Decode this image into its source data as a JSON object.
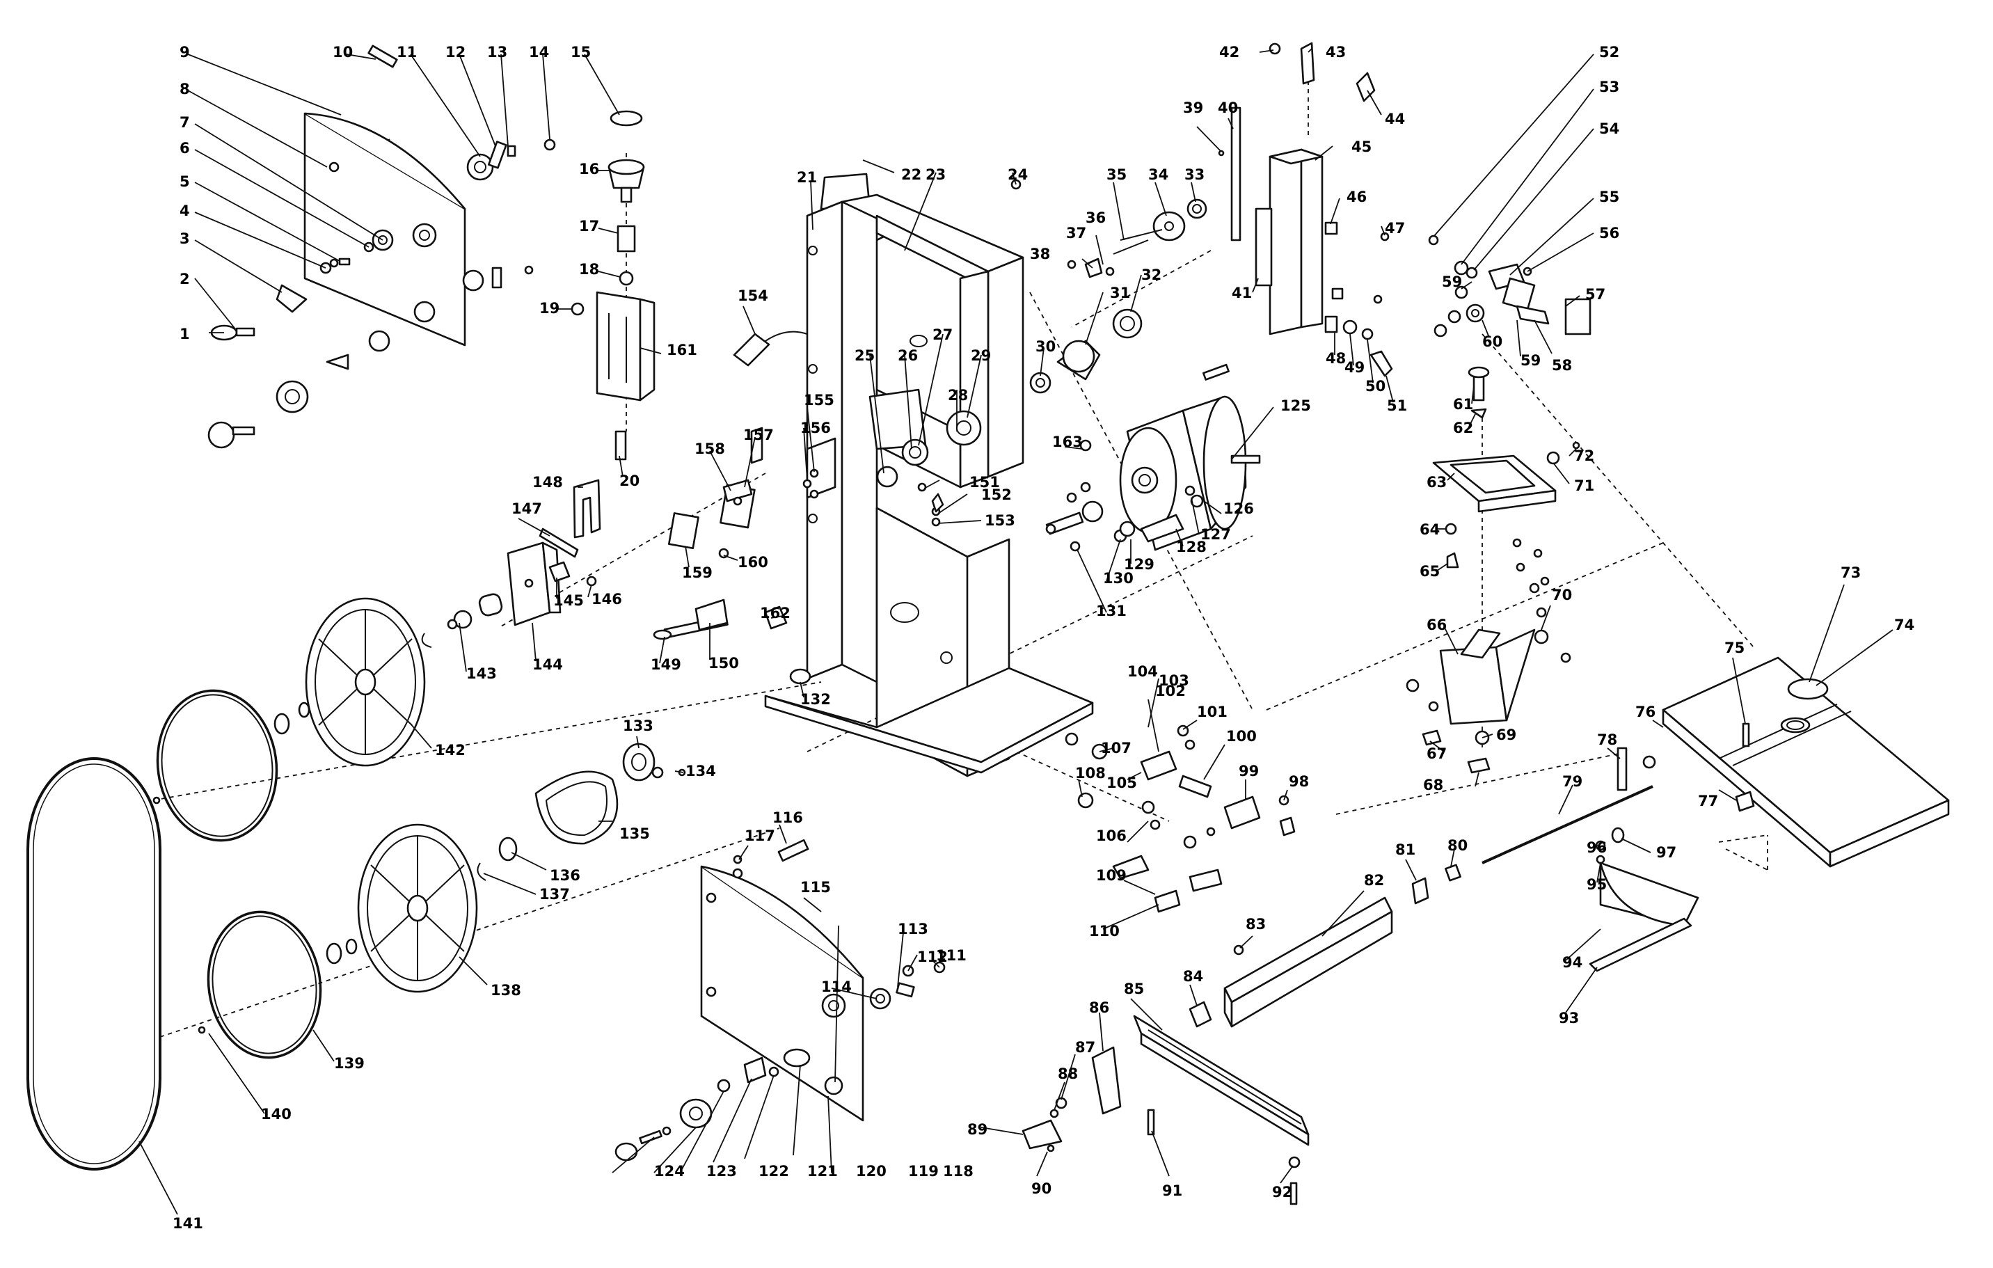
{
  "callouts": [
    {
      "id": "c1",
      "text": "1"
    },
    {
      "id": "c2",
      "text": "2"
    },
    {
      "id": "c3",
      "text": "3"
    },
    {
      "id": "c4",
      "text": "4"
    },
    {
      "id": "c5",
      "text": "5"
    },
    {
      "id": "c6",
      "text": "6"
    },
    {
      "id": "c7",
      "text": "7"
    },
    {
      "id": "c8",
      "text": "8"
    },
    {
      "id": "c9",
      "text": "9"
    },
    {
      "id": "c10",
      "text": "10"
    },
    {
      "id": "c11",
      "text": "11"
    },
    {
      "id": "c12",
      "text": "12"
    },
    {
      "id": "c13",
      "text": "13"
    },
    {
      "id": "c14",
      "text": "14"
    },
    {
      "id": "c15",
      "text": "15"
    },
    {
      "id": "c16",
      "text": "16"
    },
    {
      "id": "c17",
      "text": "17"
    },
    {
      "id": "c18",
      "text": "18"
    },
    {
      "id": "c19",
      "text": "19"
    },
    {
      "id": "c20",
      "text": "20"
    },
    {
      "id": "c21",
      "text": "21"
    },
    {
      "id": "c22",
      "text": "22"
    },
    {
      "id": "c23",
      "text": "23"
    },
    {
      "id": "c24",
      "text": "24"
    },
    {
      "id": "c25",
      "text": "25"
    },
    {
      "id": "c26",
      "text": "26"
    },
    {
      "id": "c27",
      "text": "27"
    },
    {
      "id": "c28",
      "text": "28"
    },
    {
      "id": "c29",
      "text": "29"
    },
    {
      "id": "c30",
      "text": "30"
    },
    {
      "id": "c31",
      "text": "31"
    },
    {
      "id": "c32",
      "text": "32"
    },
    {
      "id": "c33",
      "text": "33"
    },
    {
      "id": "c34",
      "text": "34"
    },
    {
      "id": "c35",
      "text": "35"
    },
    {
      "id": "c36",
      "text": "36"
    },
    {
      "id": "c37",
      "text": "37"
    },
    {
      "id": "c38",
      "text": "38"
    },
    {
      "id": "c39",
      "text": "39"
    },
    {
      "id": "c40",
      "text": "40"
    },
    {
      "id": "c41",
      "text": "41"
    },
    {
      "id": "c42",
      "text": "42"
    },
    {
      "id": "c43",
      "text": "43"
    },
    {
      "id": "c44",
      "text": "44"
    },
    {
      "id": "c45",
      "text": "45"
    },
    {
      "id": "c46",
      "text": "46"
    },
    {
      "id": "c47",
      "text": "47"
    },
    {
      "id": "c48",
      "text": "48"
    },
    {
      "id": "c49",
      "text": "49"
    },
    {
      "id": "c50",
      "text": "50"
    },
    {
      "id": "c51",
      "text": "51"
    },
    {
      "id": "c52",
      "text": "52"
    },
    {
      "id": "c53",
      "text": "53"
    },
    {
      "id": "c54",
      "text": "54"
    },
    {
      "id": "c55",
      "text": "55"
    },
    {
      "id": "c56",
      "text": "56"
    },
    {
      "id": "c57",
      "text": "57"
    },
    {
      "id": "c58",
      "text": "58"
    },
    {
      "id": "c59",
      "text": "59"
    },
    {
      "id": "c59b",
      "text": "59"
    },
    {
      "id": "c60",
      "text": "60"
    },
    {
      "id": "c61",
      "text": "61"
    },
    {
      "id": "c62",
      "text": "62"
    },
    {
      "id": "c63",
      "text": "63"
    },
    {
      "id": "c64",
      "text": "64"
    },
    {
      "id": "c65",
      "text": "65"
    },
    {
      "id": "c66",
      "text": "66"
    },
    {
      "id": "c67",
      "text": "67"
    },
    {
      "id": "c68",
      "text": "68"
    },
    {
      "id": "c69",
      "text": "69"
    },
    {
      "id": "c70",
      "text": "70"
    },
    {
      "id": "c71",
      "text": "71"
    },
    {
      "id": "c72",
      "text": "72"
    },
    {
      "id": "c73",
      "text": "73"
    },
    {
      "id": "c74",
      "text": "74"
    },
    {
      "id": "c75",
      "text": "75"
    },
    {
      "id": "c76",
      "text": "76"
    },
    {
      "id": "c77",
      "text": "77"
    },
    {
      "id": "c78",
      "text": "78"
    },
    {
      "id": "c79",
      "text": "79"
    },
    {
      "id": "c80",
      "text": "80"
    },
    {
      "id": "c81",
      "text": "81"
    },
    {
      "id": "c82",
      "text": "82"
    },
    {
      "id": "c83",
      "text": "83"
    },
    {
      "id": "c84",
      "text": "84"
    },
    {
      "id": "c85",
      "text": "85"
    },
    {
      "id": "c86",
      "text": "86"
    },
    {
      "id": "c87",
      "text": "87"
    },
    {
      "id": "c88",
      "text": "88"
    },
    {
      "id": "c89",
      "text": "89"
    },
    {
      "id": "c90",
      "text": "90"
    },
    {
      "id": "c91",
      "text": "91"
    },
    {
      "id": "c92",
      "text": "92"
    },
    {
      "id": "c93",
      "text": "93"
    },
    {
      "id": "c94",
      "text": "94"
    },
    {
      "id": "c95",
      "text": "95"
    },
    {
      "id": "c96",
      "text": "96"
    },
    {
      "id": "c97",
      "text": "97"
    },
    {
      "id": "c98",
      "text": "98"
    },
    {
      "id": "c99",
      "text": "99"
    },
    {
      "id": "c100",
      "text": "100"
    },
    {
      "id": "c101",
      "text": "101"
    },
    {
      "id": "c102",
      "text": "102"
    },
    {
      "id": "c103",
      "text": "103"
    },
    {
      "id": "c104",
      "text": "104"
    },
    {
      "id": "c105",
      "text": "105"
    },
    {
      "id": "c106",
      "text": "106"
    },
    {
      "id": "c107",
      "text": "107"
    },
    {
      "id": "c108",
      "text": "108"
    },
    {
      "id": "c109",
      "text": "109"
    },
    {
      "id": "c110",
      "text": "110"
    },
    {
      "id": "c111",
      "text": "111"
    },
    {
      "id": "c112",
      "text": "112"
    },
    {
      "id": "c113",
      "text": "113"
    },
    {
      "id": "c114",
      "text": "114"
    },
    {
      "id": "c115",
      "text": "115"
    },
    {
      "id": "c116",
      "text": "116"
    },
    {
      "id": "c117",
      "text": "117"
    },
    {
      "id": "c118",
      "text": "118"
    },
    {
      "id": "c119",
      "text": "119"
    },
    {
      "id": "c120",
      "text": "120"
    },
    {
      "id": "c121",
      "text": "121"
    },
    {
      "id": "c122",
      "text": "122"
    },
    {
      "id": "c123",
      "text": "123"
    },
    {
      "id": "c124",
      "text": "124"
    },
    {
      "id": "c125",
      "text": "125"
    },
    {
      "id": "c126",
      "text": "126"
    },
    {
      "id": "c127",
      "text": "127"
    },
    {
      "id": "c128",
      "text": "128"
    },
    {
      "id": "c129",
      "text": "129"
    },
    {
      "id": "c130",
      "text": "130"
    },
    {
      "id": "c131",
      "text": "131"
    },
    {
      "id": "c132",
      "text": "132"
    },
    {
      "id": "c133",
      "text": "133"
    },
    {
      "id": "c134",
      "text": "134"
    },
    {
      "id": "c135",
      "text": "135"
    },
    {
      "id": "c136",
      "text": "136"
    },
    {
      "id": "c137",
      "text": "137"
    },
    {
      "id": "c138",
      "text": "138"
    },
    {
      "id": "c139",
      "text": "139"
    },
    {
      "id": "c140",
      "text": "140"
    },
    {
      "id": "c141",
      "text": "141"
    },
    {
      "id": "c142",
      "text": "142"
    },
    {
      "id": "c143",
      "text": "143"
    },
    {
      "id": "c144",
      "text": "144"
    },
    {
      "id": "c145",
      "text": "145"
    },
    {
      "id": "c146",
      "text": "146"
    },
    {
      "id": "c147",
      "text": "147"
    },
    {
      "id": "c148",
      "text": "148"
    },
    {
      "id": "c149",
      "text": "149"
    },
    {
      "id": "c150",
      "text": "150"
    },
    {
      "id": "c151",
      "text": "151"
    },
    {
      "id": "c152",
      "text": "152"
    },
    {
      "id": "c153",
      "text": "153"
    },
    {
      "id": "c154",
      "text": "154"
    },
    {
      "id": "c155",
      "text": "155"
    },
    {
      "id": "c156",
      "text": "156"
    },
    {
      "id": "c157",
      "text": "157"
    },
    {
      "id": "c158",
      "text": "158"
    },
    {
      "id": "c159",
      "text": "159"
    },
    {
      "id": "c160",
      "text": "160"
    },
    {
      "id": "c161",
      "text": "161"
    },
    {
      "id": "c162",
      "text": "162"
    },
    {
      "id": "c163",
      "text": "163"
    }
  ]
}
